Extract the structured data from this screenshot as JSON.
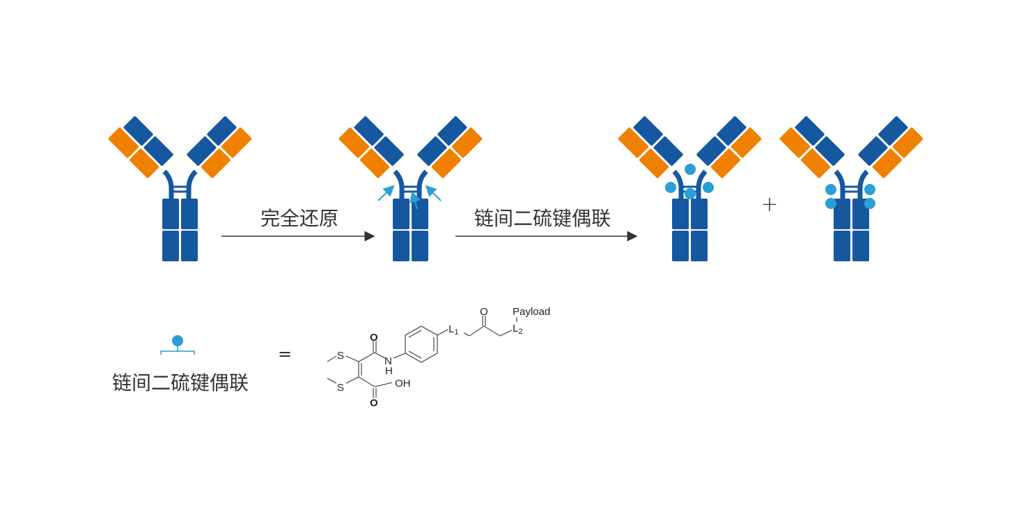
{
  "colors": {
    "heavy": "#1658a0",
    "light": "#f08100",
    "payload_dot": "#2a9fd6",
    "text": "#333333"
  },
  "steps": {
    "step1_label": "完全还原",
    "step2_label": "链间二硫键偶联",
    "plus": "+"
  },
  "legend": {
    "label": "链间二硫键偶联",
    "equals": "="
  },
  "structure": {
    "atoms": {
      "S1": "S",
      "S2": "S",
      "O1": "O",
      "O2": "O",
      "O3": "O",
      "N": "N",
      "H": "H",
      "OH": "OH",
      "L1": "L",
      "L1_sub": "1",
      "L2": "L",
      "L2_sub": "2",
      "payload": "Payload"
    }
  }
}
